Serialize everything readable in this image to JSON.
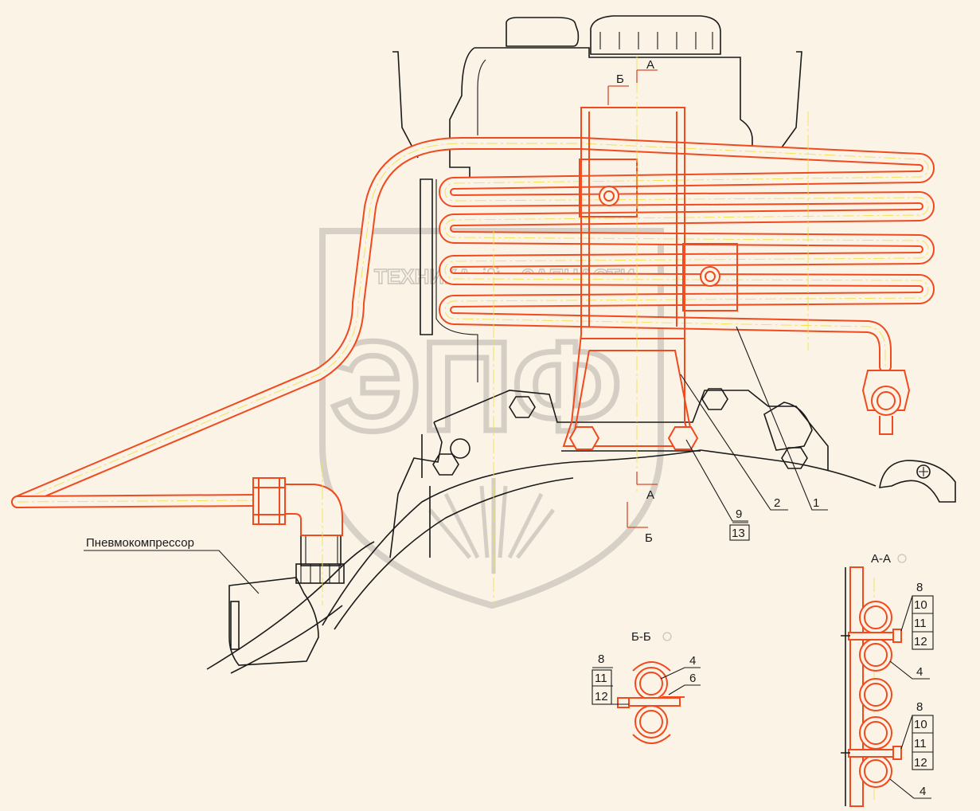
{
  "diagram": {
    "watermark": {
      "left_word": "ТЕХНИКА",
      "right_word": "ЗАПЧАСТИ",
      "logo": "ЭПФ",
      "gear_icon": "gear-icon"
    },
    "section_marks": {
      "a_top": "А",
      "b_top": "Б",
      "a_bottom": "А",
      "b_bottom": "Б"
    },
    "callouts": {
      "compressor": "Пневмокомпрессор",
      "item_1": "1",
      "item_2": "2",
      "item_9": "9",
      "item_13": "13"
    },
    "section_bb": {
      "title": "Б-Б",
      "items_left": [
        "8",
        "11",
        "12"
      ],
      "items_right": [
        "4",
        "6"
      ]
    },
    "section_aa": {
      "title": "А-А",
      "group_top": [
        "8",
        "10",
        "11",
        "12"
      ],
      "mid_item": "4",
      "group_bottom": [
        "8",
        "10",
        "11",
        "12"
      ],
      "bottom_item": "4"
    },
    "colors": {
      "tube": "#f04a1e",
      "centerline": "#f2e24a",
      "outline": "#1a1a1a",
      "background": "#faf3e6"
    }
  }
}
